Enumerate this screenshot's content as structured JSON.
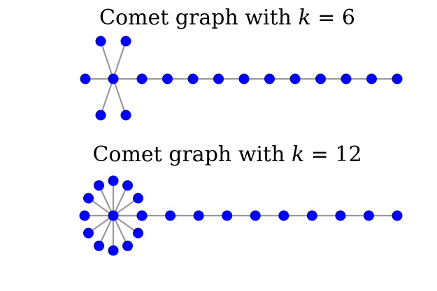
{
  "colors": {
    "node": "#0000ff",
    "edge": "#999999",
    "background": "#ffffff"
  },
  "graphs": [
    {
      "title_prefix": "Comet graph with ",
      "title_var": "k",
      "title_rel": " = ",
      "title_value": "6",
      "k": 6,
      "path_nodes": 11
    },
    {
      "title_prefix": "Comet graph with ",
      "title_var": "k",
      "title_rel": " = ",
      "title_value": "12",
      "k": 12,
      "path_nodes": 10
    }
  ]
}
